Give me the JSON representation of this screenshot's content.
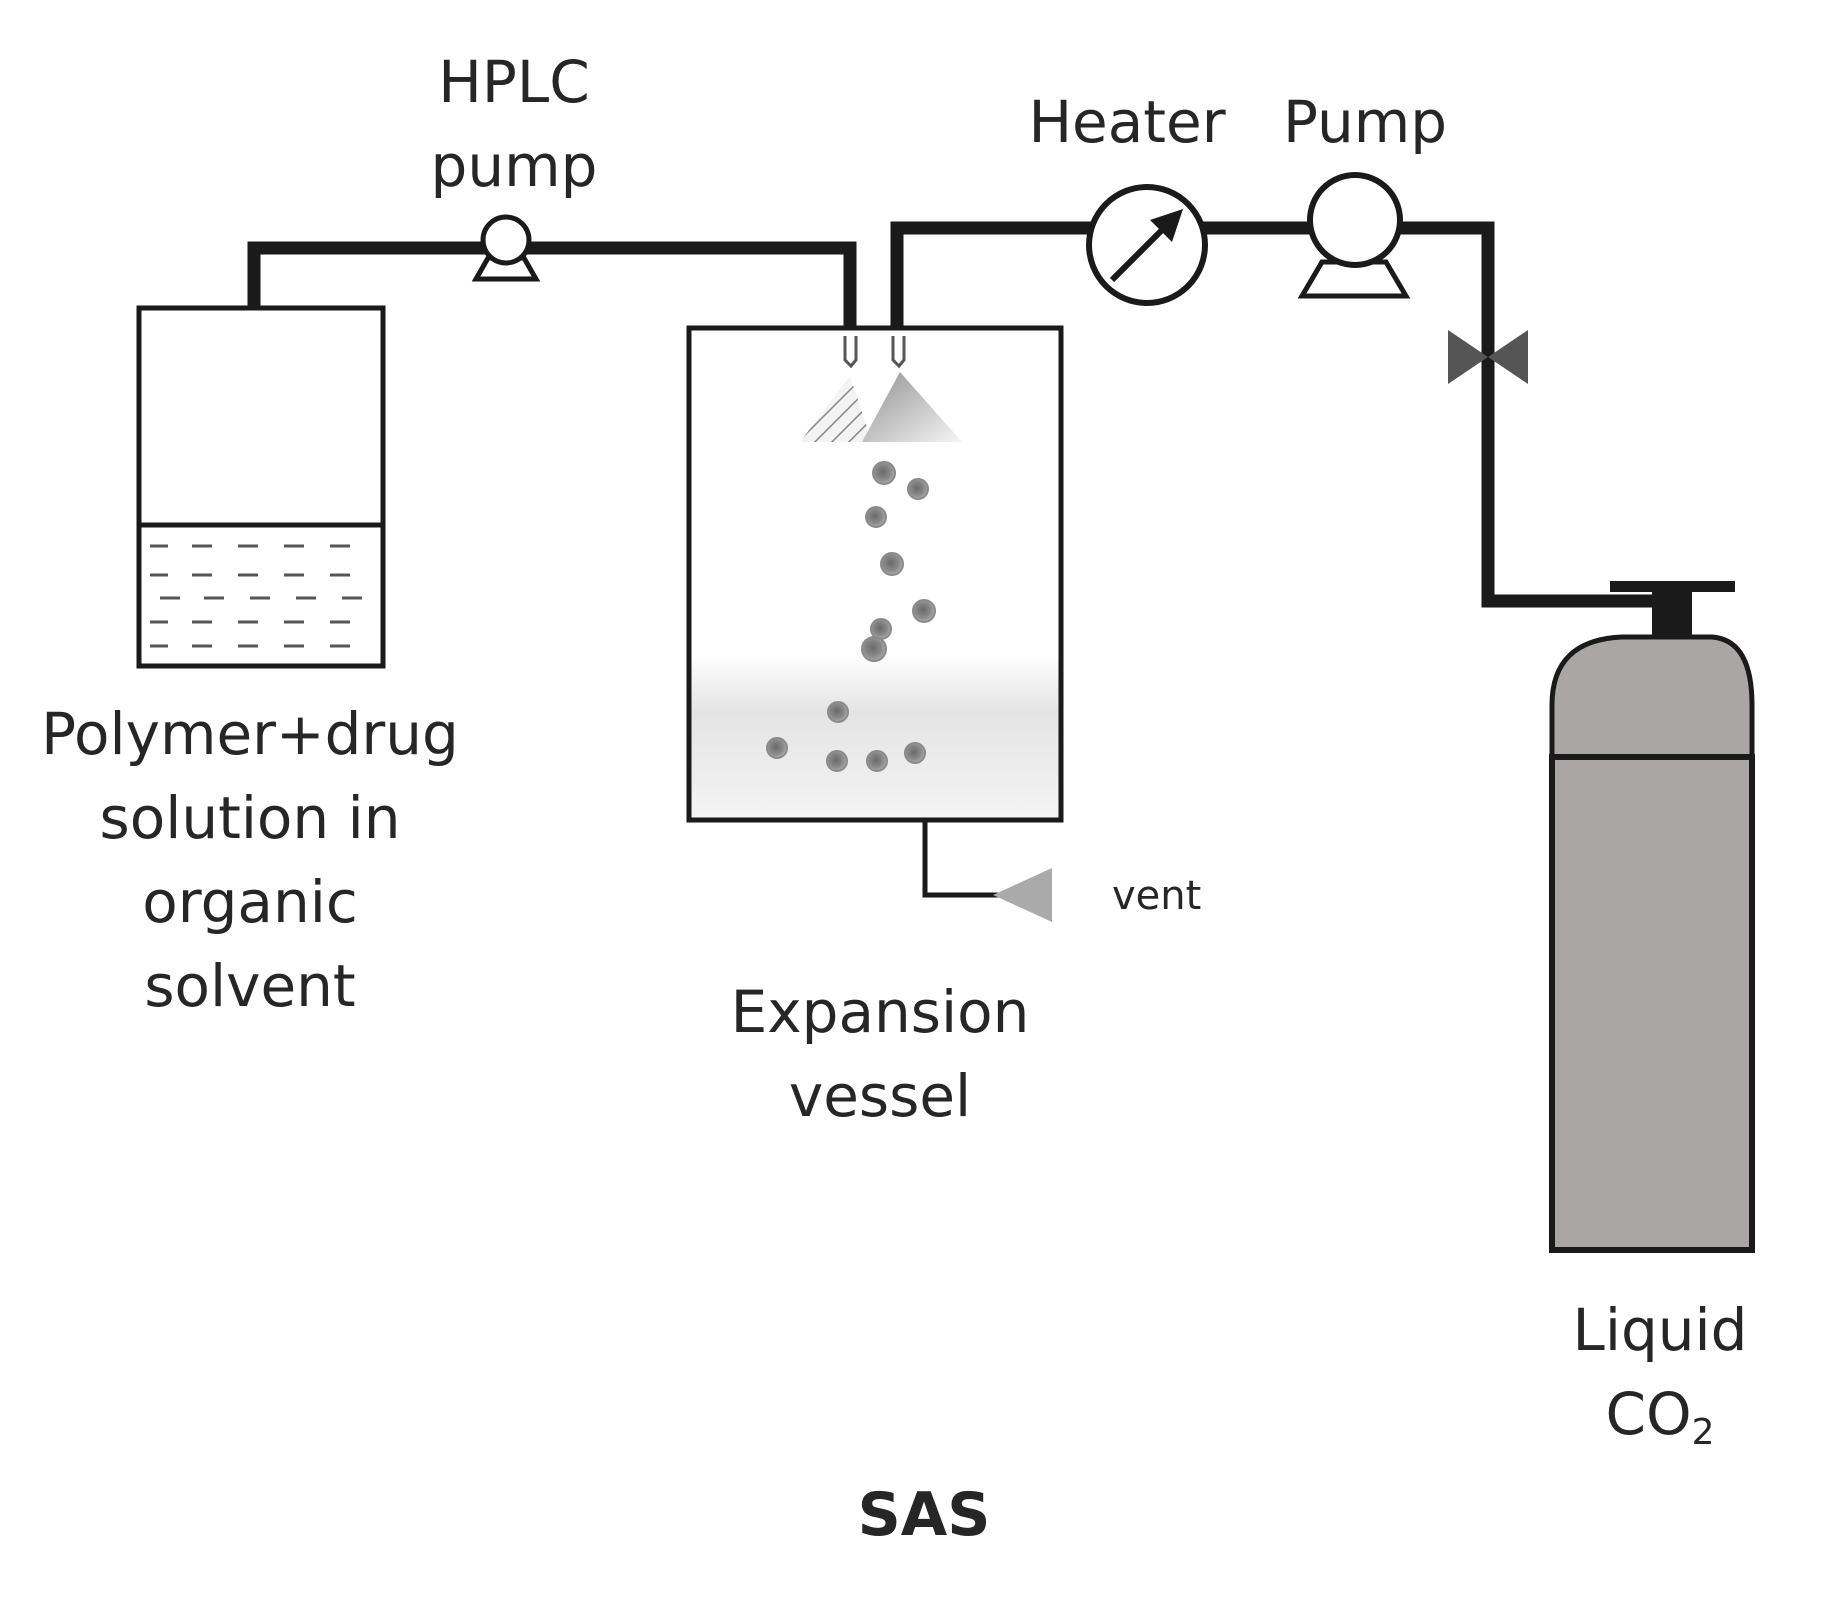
{
  "labels": {
    "hplc_pump": "HPLC pump",
    "heater": "Heater",
    "pump": "Pump",
    "solution": [
      "Polymer+drug",
      "solution in",
      "organic",
      "solvent"
    ],
    "expansion_vessel": [
      "Expansion",
      "vessel"
    ],
    "vent": "vent",
    "liquid_co2": {
      "main": "Liquid",
      "formula": "CO",
      "subscript": "2"
    },
    "title": "SAS"
  },
  "colors": {
    "line": "#1a1a1a",
    "text": "#262626",
    "cylinder": "#aaa6a6",
    "valve": "#555555",
    "vent_cone": "#aaaaaa",
    "particle": "#808080"
  },
  "icons": [
    "pump-icon",
    "gauge-icon",
    "valve-icon",
    "nozzle-icon",
    "vent-cone-icon",
    "gas-cylinder-icon"
  ]
}
